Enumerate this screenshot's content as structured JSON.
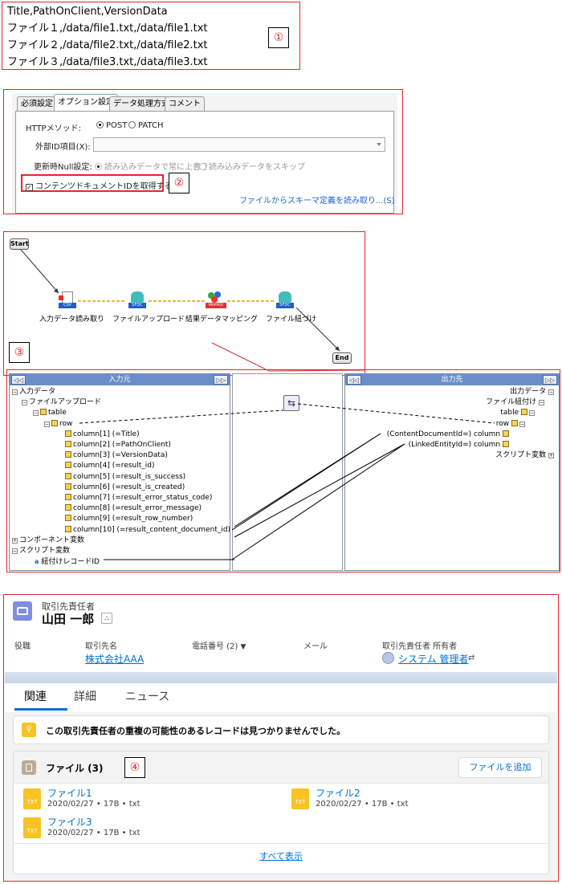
{
  "section1": {
    "csv_lines": [
      "Title,PathOnClient,VersionData",
      "ファイル１,/data/file1.txt,/data/file1.txt",
      "ファイル２,/data/file2.txt,/data/file2.txt",
      "ファイル３,/data/file3.txt,/data/file3.txt"
    ],
    "marker": "①"
  },
  "section2": {
    "tabs": [
      "必須設定",
      "オプション設定",
      "データ処理方式",
      "コメント"
    ],
    "http_method_label": "HTTPメソッド:",
    "http_post": "POST",
    "http_patch": "PATCH",
    "external_id_label": "外部ID項目(X):",
    "null_label": "更新時Null設定:",
    "null_option1": "読み込みデータで常に上書き",
    "null_option2": "読み込みデータをスキップ",
    "checkbox_label": "コンテンツドキュメントIDを取得する",
    "schema_link": "ファイルからスキーマ定義を読み取り...(S)",
    "marker": "②"
  },
  "section3": {
    "start": "Start",
    "end": "End",
    "nodes": [
      "入力データ読み取り",
      "ファイルアップロード",
      "結果データマッピング",
      "ファイル紐づけ"
    ],
    "badges": [
      "CSV",
      "SFDC",
      "MAPPER",
      "SFDC"
    ],
    "marker": "③",
    "left_header": "入力元",
    "right_header": "出力先",
    "nav_prev": "◁◁",
    "nav_next": "▷▷",
    "left_tree": [
      "入力データ",
      "ファイルアップロード",
      "table",
      "row",
      "column[1] (=Title)",
      "column[2] (=PathOnClient)",
      "column[3] (=VersionData)",
      "column[4] (=result_id)",
      "column[5] (=result_is_success)",
      "column[6] (=result_is_created)",
      "column[7] (=result_error_status_code)",
      "column[8] (=result_error_message)",
      "column[9] (=result_row_number)",
      "column[10] (=result_content_document_id)",
      "コンポーネント変数",
      "スクリプト変数",
      "紐付けレコードID"
    ],
    "right_tree": [
      "出力データ",
      "ファイル紐付け",
      "table",
      "row",
      "(ContentDocumentId=) column",
      "(LinkedEntityId=) column",
      "スクリプト変数"
    ],
    "var_badge": "a"
  },
  "section4": {
    "object_type": "取引先責任者",
    "name": "山田 一郎",
    "fields": [
      {
        "label": "役職",
        "value": ""
      },
      {
        "label": "取引先名",
        "value": "株式会社AAA"
      },
      {
        "label": "電話番号 (2)",
        "value": ""
      },
      {
        "label": "メール",
        "value": ""
      },
      {
        "label": "取引先責任者 所有者",
        "value": "システム 管理者"
      }
    ],
    "tabs": [
      "関連",
      "詳細",
      "ニュース"
    ],
    "duplicate_message": "この取引先責任者の重複の可能性のあるレコードは見つかりませんでした。",
    "files_title": "ファイル (3)",
    "add_file_button": "ファイルを追加",
    "files": [
      {
        "name": "ファイル1",
        "meta": "2020/02/27 • 17B • txt"
      },
      {
        "name": "ファイル2",
        "meta": "2020/02/27 • 17B • txt"
      },
      {
        "name": "ファイル3",
        "meta": "2020/02/27 • 17B • txt"
      }
    ],
    "file_icon_text": "TXT",
    "view_all": "すべて表示",
    "marker": "④",
    "colors": {
      "accent": "#0070d2",
      "file_icon": "#f7c325",
      "avatar": "#7f8de1"
    }
  }
}
